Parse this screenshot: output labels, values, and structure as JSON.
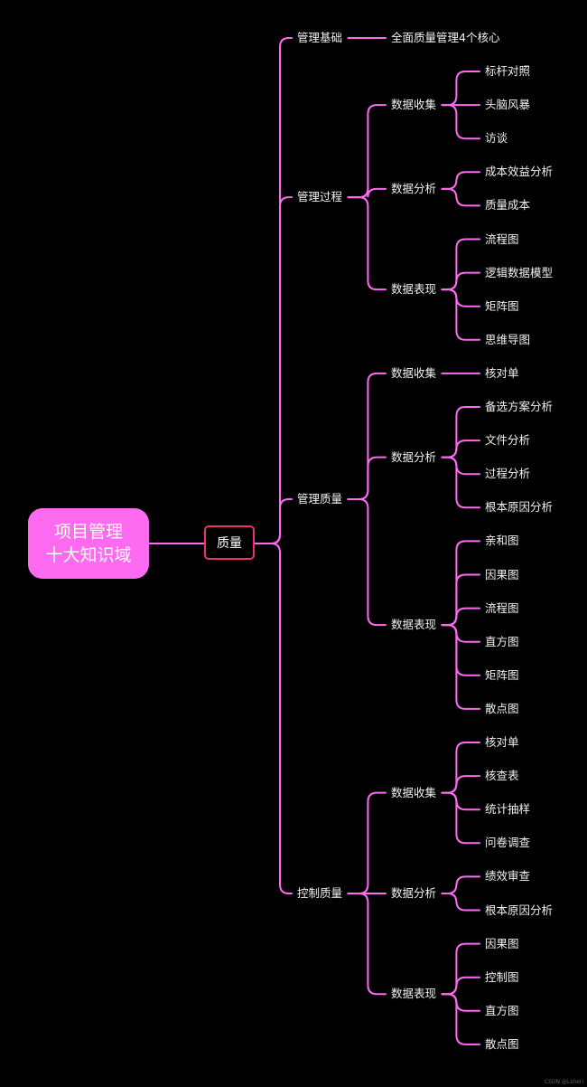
{
  "root": {
    "line1": "项目管理",
    "line2": "十大知识域"
  },
  "topic": "质量",
  "branches": [
    {
      "label": "管理基础",
      "children": [
        {
          "label": "全面质量管理4个核心"
        }
      ]
    },
    {
      "label": "管理过程",
      "children": [
        {
          "label": "数据收集",
          "children": [
            {
              "label": "标杆对照"
            },
            {
              "label": "头脑风暴"
            },
            {
              "label": "访谈"
            }
          ]
        },
        {
          "label": "数据分析",
          "children": [
            {
              "label": "成本效益分析"
            },
            {
              "label": "质量成本"
            }
          ]
        },
        {
          "label": "数据表现",
          "children": [
            {
              "label": "流程图"
            },
            {
              "label": "逻辑数据模型"
            },
            {
              "label": "矩阵图"
            },
            {
              "label": "思维导图"
            }
          ]
        }
      ]
    },
    {
      "label": "管理质量",
      "children": [
        {
          "label": "数据收集",
          "children": [
            {
              "label": "核对单"
            }
          ]
        },
        {
          "label": "数据分析",
          "children": [
            {
              "label": "备选方案分析"
            },
            {
              "label": "文件分析"
            },
            {
              "label": "过程分析"
            },
            {
              "label": "根本原因分析"
            }
          ]
        },
        {
          "label": "数据表现",
          "children": [
            {
              "label": "亲和图"
            },
            {
              "label": "因果图"
            },
            {
              "label": "流程图"
            },
            {
              "label": "直方图"
            },
            {
              "label": "矩阵图"
            },
            {
              "label": "散点图"
            }
          ]
        }
      ]
    },
    {
      "label": "控制质量",
      "children": [
        {
          "label": "数据收集",
          "children": [
            {
              "label": "核对单"
            },
            {
              "label": "核查表"
            },
            {
              "label": "统计抽样"
            },
            {
              "label": "问卷调查"
            }
          ]
        },
        {
          "label": "数据分析",
          "children": [
            {
              "label": "绩效审查"
            },
            {
              "label": "根本原因分析"
            }
          ]
        },
        {
          "label": "数据表现",
          "children": [
            {
              "label": "因果图"
            },
            {
              "label": "控制图"
            },
            {
              "label": "直方图"
            },
            {
              "label": "散点图"
            }
          ]
        }
      ]
    }
  ],
  "colors": {
    "line": "#ff6bf0",
    "root_fill": "#ff6bf0",
    "topic_border": "#e8336c",
    "background": "#000000"
  },
  "watermark": "CSDN @Lsheri"
}
